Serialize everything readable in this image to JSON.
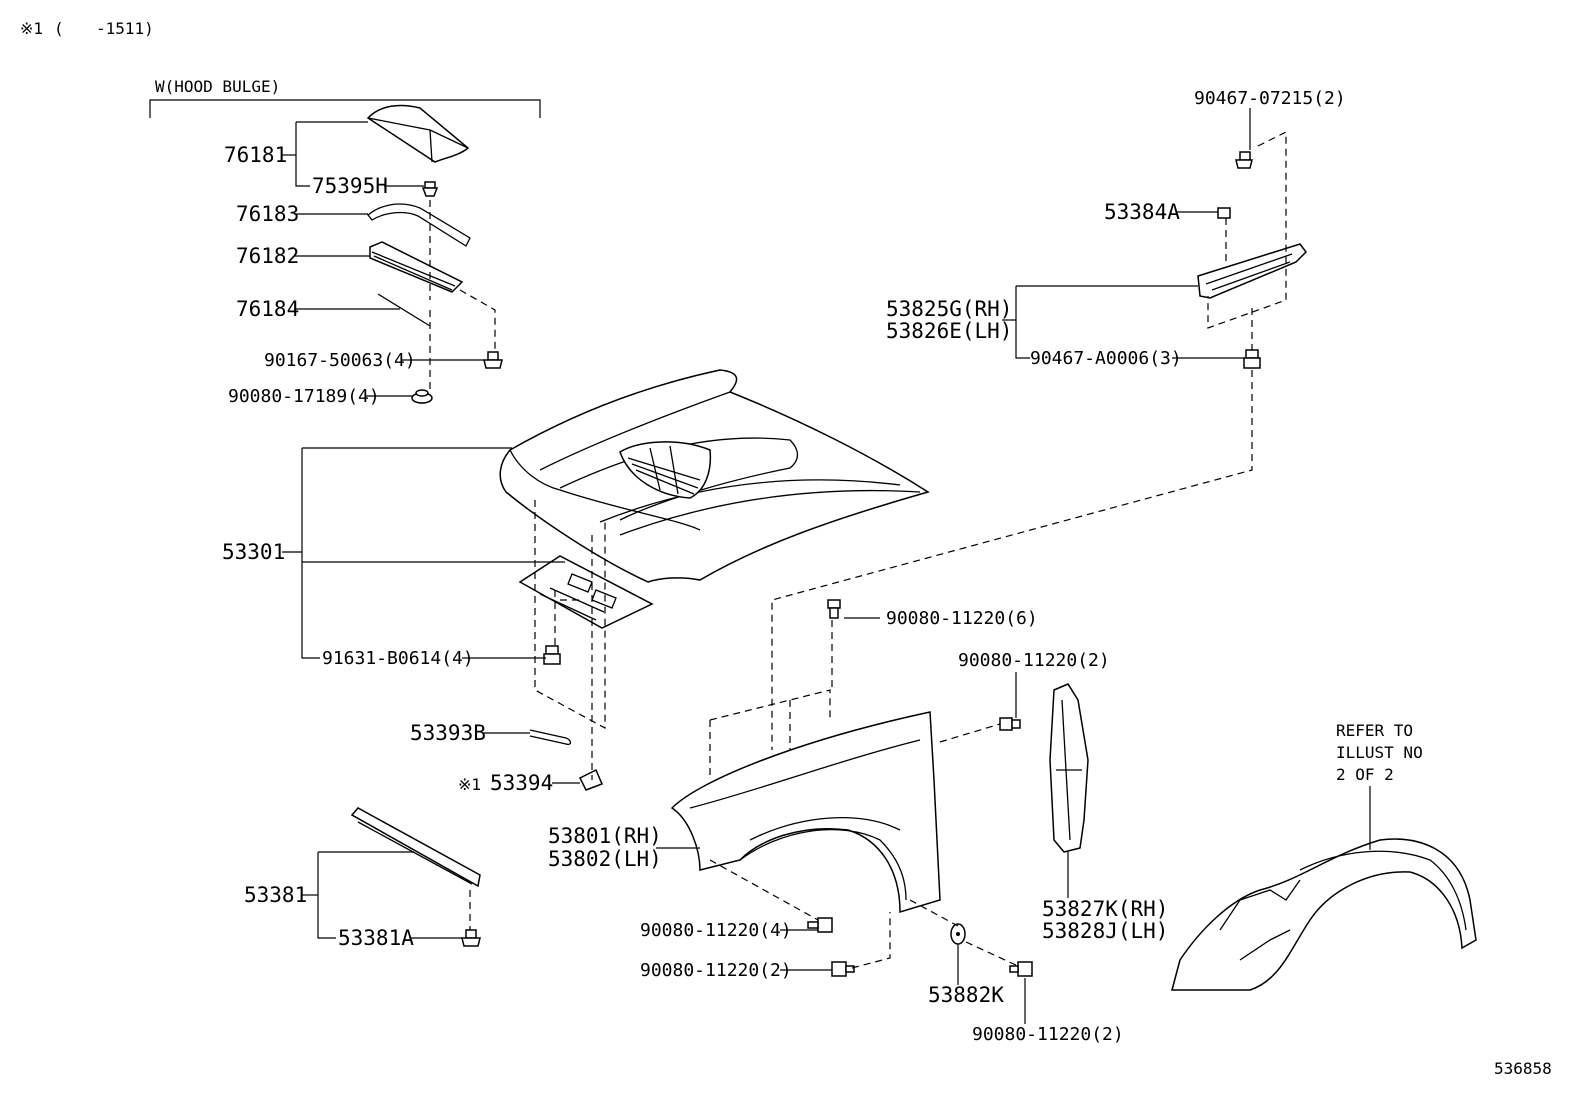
{
  "header": {
    "note_mark": "※1",
    "note_paren_open": "(",
    "note_range": "-1511)"
  },
  "hood_bulge_group": {
    "title": "W(HOOD BULGE)"
  },
  "parts": {
    "p76181": "76181",
    "p75395H": "75395H",
    "p76183": "76183",
    "p76182": "76182",
    "p76184": "76184",
    "p90167_50063": "90167-50063(4)",
    "p90080_17189": "90080-17189(4)",
    "p53301": "53301",
    "p91631_B0614": "91631-B0614(4)",
    "p53393B": "53393B",
    "p53394_mark": "※1",
    "p53394": "53394",
    "p53381": "53381",
    "p53381A": "53381A",
    "p90467_07215": "90467-07215(2)",
    "p53384A": "53384A",
    "p53825G": "53825G(RH)",
    "p53826E": "53826E(LH)",
    "p90467_A0006": "90467-A0006(3)",
    "p90080_11220_6": "90080-11220(6)",
    "p90080_11220_2a": "90080-11220(2)",
    "p53801": "53801(RH)",
    "p53802": "53802(LH)",
    "p90080_11220_4": "90080-11220(4)",
    "p90080_11220_2b": "90080-11220(2)",
    "p53882K": "53882K",
    "p90080_11220_2c": "90080-11220(2)",
    "p53827K": "53827K(RH)",
    "p53828J": "53828J(LH)"
  },
  "reference_note": {
    "line1": "REFER TO",
    "line2": "ILLUST NO",
    "line3": "2 OF 2"
  },
  "diagram_number": "536858"
}
